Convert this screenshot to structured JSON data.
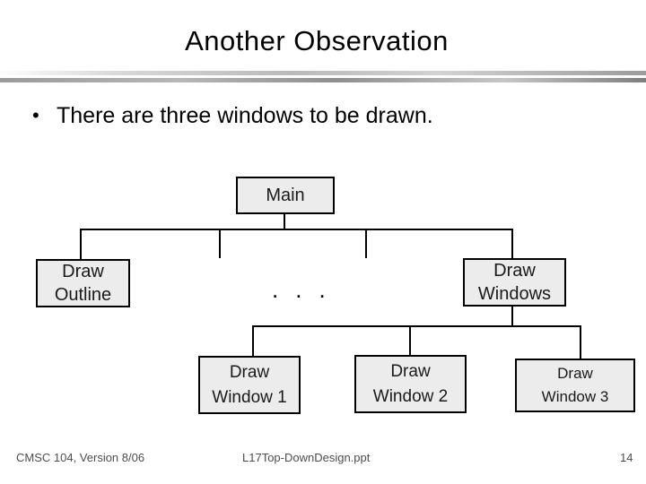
{
  "slide": {
    "title": "Another Observation",
    "bullet_marker": "•",
    "bullet_text": "There are three windows to be drawn.",
    "footer": {
      "left": "CMSC 104, Version 8/06",
      "center": "L17Top-DownDesign.ppt",
      "page_number": "14"
    }
  },
  "diagram": {
    "ellipsis": "...",
    "nodes": {
      "main": {
        "label": "Main"
      },
      "draw_outline": {
        "line1": "Draw",
        "line2": "Outline"
      },
      "draw_windows": {
        "line1": "Draw",
        "line2": "Windows"
      },
      "draw_window_1": {
        "line1": "Draw",
        "line2": "Window 1"
      },
      "draw_window_2": {
        "line1": "Draw",
        "line2": "Window 2"
      },
      "draw_window_3": {
        "line1": "Draw",
        "line2": "Window 3"
      }
    }
  },
  "colors": {
    "node_fill": "#ececec",
    "node_border": "#000000",
    "connector": "#000000",
    "title_text": "#000000",
    "footer_text": "#4d4d4d"
  }
}
